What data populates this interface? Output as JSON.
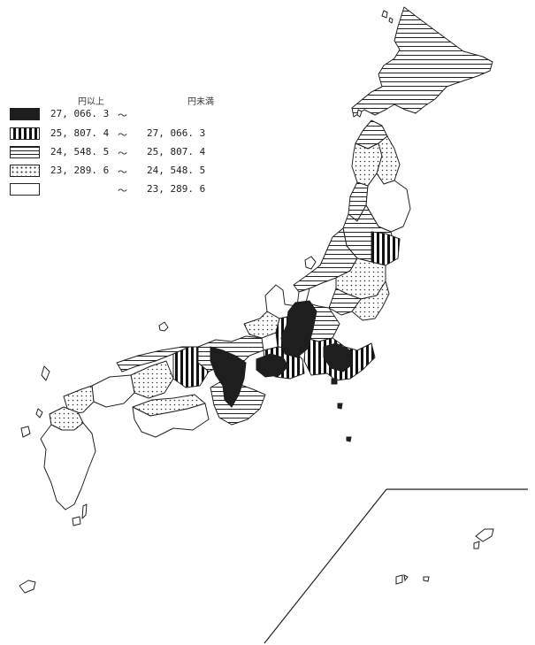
{
  "legend": {
    "header_lower": "円以上",
    "header_upper": "円未満",
    "classes": [
      {
        "pattern": "solid",
        "from": "27, 066. 3",
        "sep": "～",
        "to": ""
      },
      {
        "pattern": "vstripe",
        "from": "25, 807. 4",
        "sep": "～",
        "to": "27, 066. 3"
      },
      {
        "pattern": "hstripe",
        "from": "24, 548. 5",
        "sep": "～",
        "to": "25, 807. 4"
      },
      {
        "pattern": "dot",
        "from": "23, 289. 6",
        "sep": "～",
        "to": "24, 548. 5"
      },
      {
        "pattern": "blank",
        "from": "",
        "sep": "～",
        "to": "23, 289. 6"
      }
    ]
  },
  "colors": {
    "ink": "#1e1e1e",
    "outline": "#222222",
    "background": "#ffffff"
  }
}
